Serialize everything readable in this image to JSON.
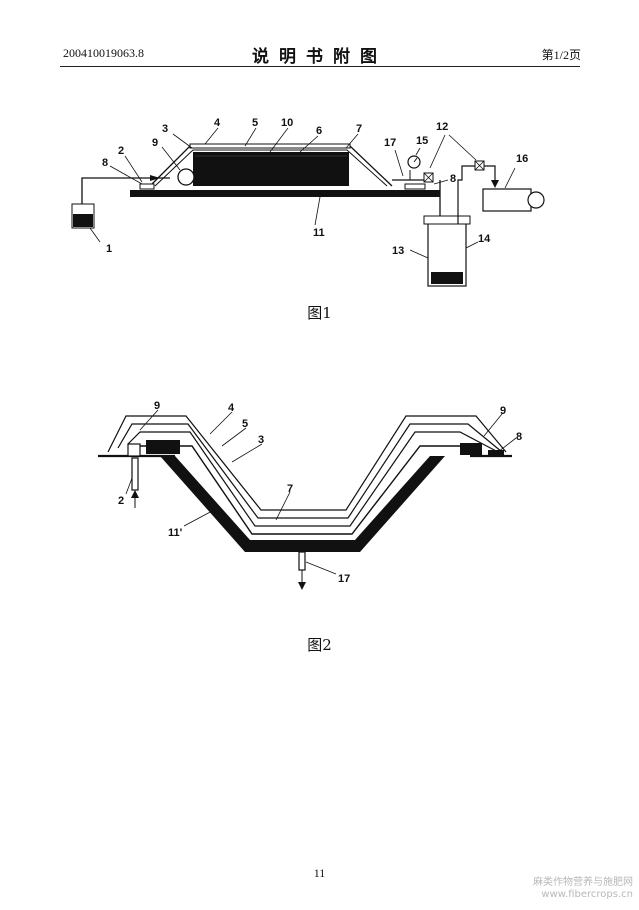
{
  "header": {
    "doc_number": "200410019063.8",
    "title": "说明书附图",
    "page_info": "第1/2页"
  },
  "figure1": {
    "caption": "图1",
    "labels": [
      "1",
      "2",
      "3",
      "4",
      "5",
      "10",
      "6",
      "7",
      "8",
      "9",
      "11",
      "12",
      "13",
      "14",
      "15",
      "16",
      "17",
      "8"
    ]
  },
  "figure2": {
    "caption": "图2",
    "labels": [
      "9",
      "4",
      "5",
      "3",
      "2",
      "11'",
      "7",
      "17",
      "9",
      "8"
    ]
  },
  "page_number": "11",
  "watermark": {
    "line1": "麻类作物营养与施肥网",
    "line2": "www.fibercrops.cn"
  }
}
